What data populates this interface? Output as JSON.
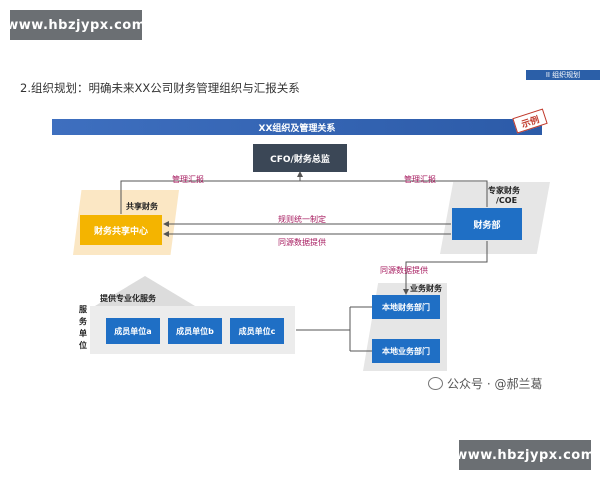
{
  "watermark": {
    "top": "www.hbzjypx.com",
    "bottom": "www.hbzjypx.com"
  },
  "section_tag": "II 组织规划",
  "title": "2.组织规划：明确未来XX公司财务管理组织与汇报关系",
  "banner": "XX组织及管理关系",
  "example_stamp": "示例",
  "nodes": {
    "cfo": "CFO/财务总监",
    "shared_service_center": "财务共享中心",
    "finance_dept": "财务部",
    "unit_a": "成员单位a",
    "unit_b": "成员单位b",
    "unit_c": "成员单位c",
    "local_finance": "本地财务部门",
    "local_business": "本地业务部门"
  },
  "labels": {
    "shared_finance": "共享财务",
    "expert_finance": "专家财务",
    "coe": "/COE",
    "mgmt_report_left": "管理汇报",
    "mgmt_report_right": "管理汇报",
    "rules": "规则统一制定",
    "same_source_1": "同源数据提供",
    "same_source_2": "同源数据提供",
    "business_finance": "业务财务",
    "professional_service": "提供专业化服务",
    "service_unit": "服务单位"
  },
  "social": "公众号 · @郝兰葛"
}
